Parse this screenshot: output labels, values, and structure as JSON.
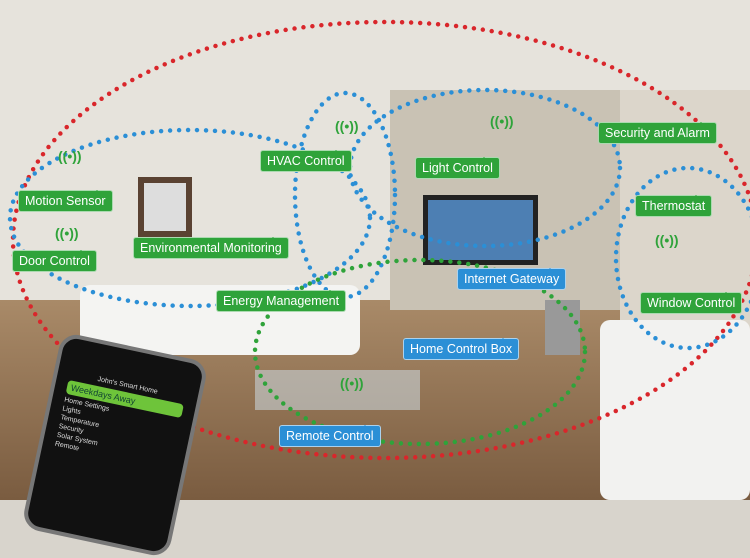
{
  "labels": {
    "motion_sensor": "Motion Sensor",
    "door_control": "Door Control",
    "environmental_monitoring": "Environmental Monitoring",
    "hvac_control": "HVAC Control",
    "light_control": "Light Control",
    "energy_management": "Energy Management",
    "security_alarm": "Security and Alarm",
    "thermostat": "Thermostat",
    "window_control": "Window Control",
    "internet_gateway": "Internet Gateway",
    "home_control_box": "Home Control Box",
    "remote_control": "Remote Control"
  },
  "phone": {
    "title": "John's Smart Home",
    "mode": "Weekdays Away",
    "items": [
      "Home Settings",
      "Lights",
      "Temperature",
      "Security",
      "Solar System",
      "Remote"
    ]
  },
  "colors": {
    "green": "#2fa33a",
    "blue": "#2b8fd6",
    "red": "#d9262b"
  }
}
